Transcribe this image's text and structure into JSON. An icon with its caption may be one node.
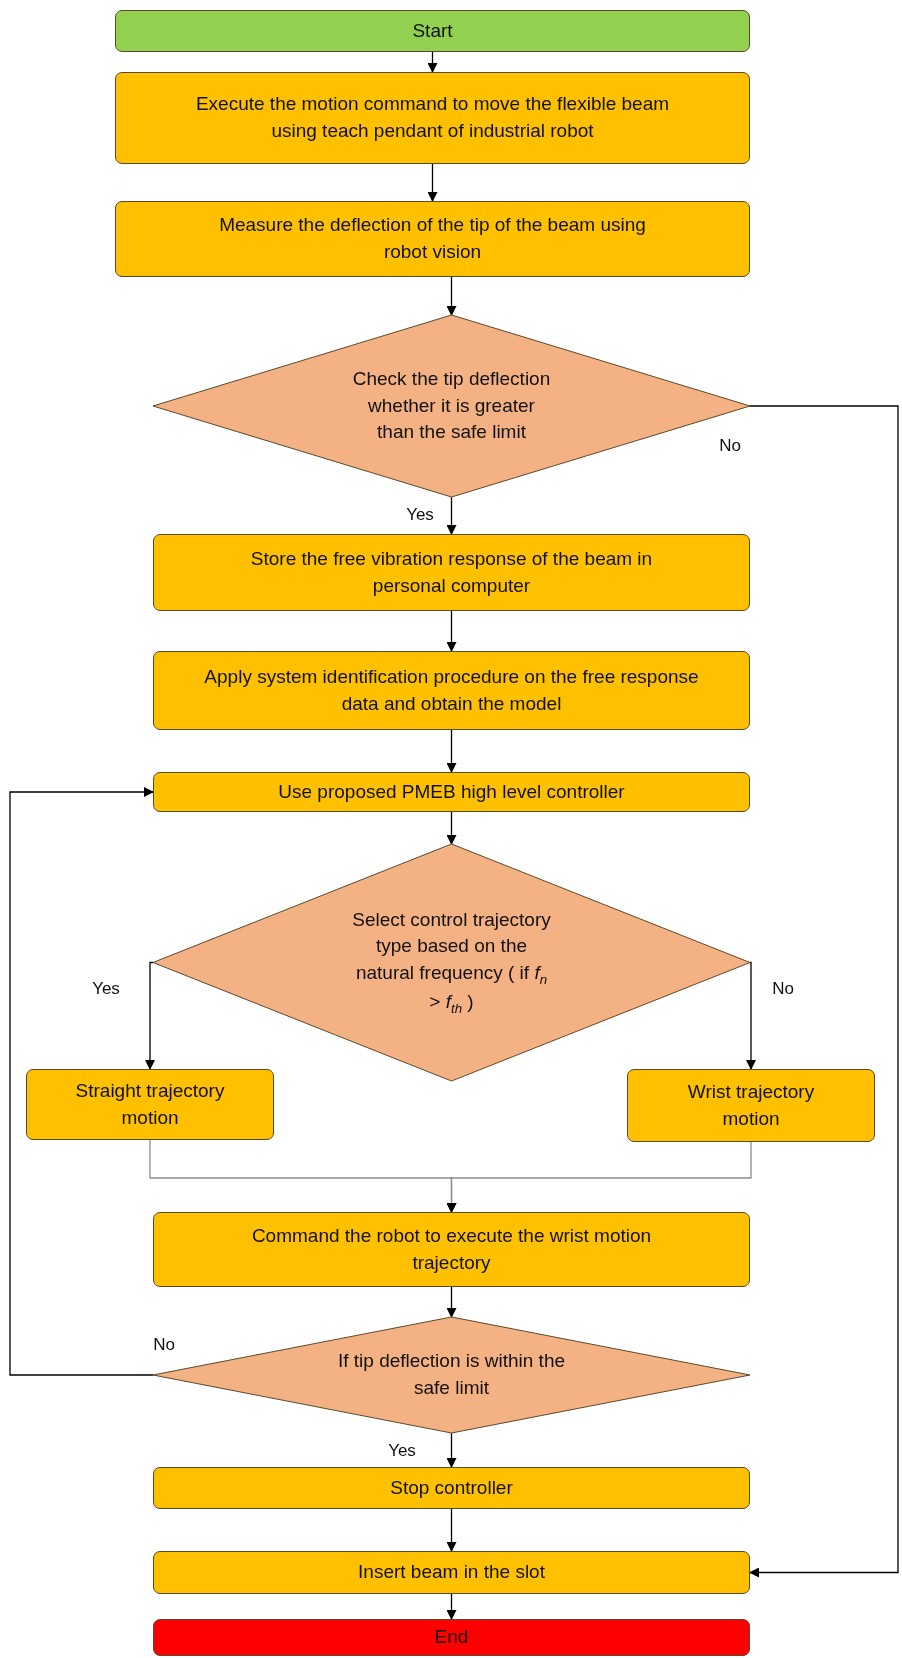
{
  "diagram": {
    "nodes": [
      {
        "text": [
          "Start"
        ]
      },
      {
        "text": [
          "Execute the motion command to move the flexible beam using teach pendant of industrial robot"
        ]
      },
      {
        "text": [
          "Measure the deflection of the tip of the beam using robot vision"
        ]
      },
      {
        "text": [
          "Check the tip deflection whether it is greater than the safe limit"
        ]
      },
      {
        "text": [
          "Store the free vibration response of the beam in personal computer"
        ]
      },
      {
        "text": [
          "Apply system identification procedure on the free response data and obtain the model"
        ]
      },
      {
        "text": [
          "Use proposed PMEB high level controller"
        ]
      },
      {
        "text": [
          "Select control trajectory type based on the natural frequency ( if *f*$_{n}$ > *f*$_{th}$ )"
        ]
      },
      {
        "text": [
          "Straight trajectory motion"
        ]
      },
      {
        "text": [
          "Wrist trajectory motion"
        ]
      },
      {
        "text": [
          "Command the robot to execute the wrist motion trajectory"
        ]
      },
      {
        "text": [
          "If tip deflection is within the safe limit"
        ]
      },
      {
        "text": [
          "Stop controller"
        ]
      },
      {
        "text": [
          "Insert beam in the slot"
        ]
      },
      {
        "text": [
          "End"
        ]
      }
    ],
    "edges": [
      {
        "from": 0,
        "to": 1,
        "arrow": "to"
      },
      {
        "from": 1,
        "to": 2,
        "arrow": "to"
      },
      {
        "from": 2,
        "to": 3,
        "arrow": "to"
      },
      {
        "from": 3,
        "to": 4,
        "arrow": "to",
        "label": "Yes"
      },
      {
        "from": 3,
        "to": 13,
        "arrow": "to",
        "label": "No"
      },
      {
        "from": 4,
        "to": 5,
        "arrow": "to"
      },
      {
        "from": 5,
        "to": 6,
        "arrow": "to"
      },
      {
        "from": 6,
        "to": 7,
        "arrow": "to"
      },
      {
        "from": 7,
        "to": 8,
        "arrow": "to",
        "label": "Yes"
      },
      {
        "from": 7,
        "to": 9,
        "arrow": "to",
        "label": "No"
      },
      {
        "from": 8,
        "to": 10,
        "arrow": "to",
        "color": "#8c8c8c"
      },
      {
        "from": 9,
        "to": 10,
        "arrow": "to",
        "color": "#8c8c8c"
      },
      {
        "from": 10,
        "to": 11,
        "arrow": "to"
      },
      {
        "from": 11,
        "to": 6,
        "arrow": "to",
        "label": "No"
      },
      {
        "from": 11,
        "to": 12,
        "arrow": "to",
        "label": "Yes"
      },
      {
        "from": 12,
        "to": 13,
        "arrow": "to"
      },
      {
        "from": 13,
        "to": 14,
        "arrow": "to"
      }
    ]
  }
}
